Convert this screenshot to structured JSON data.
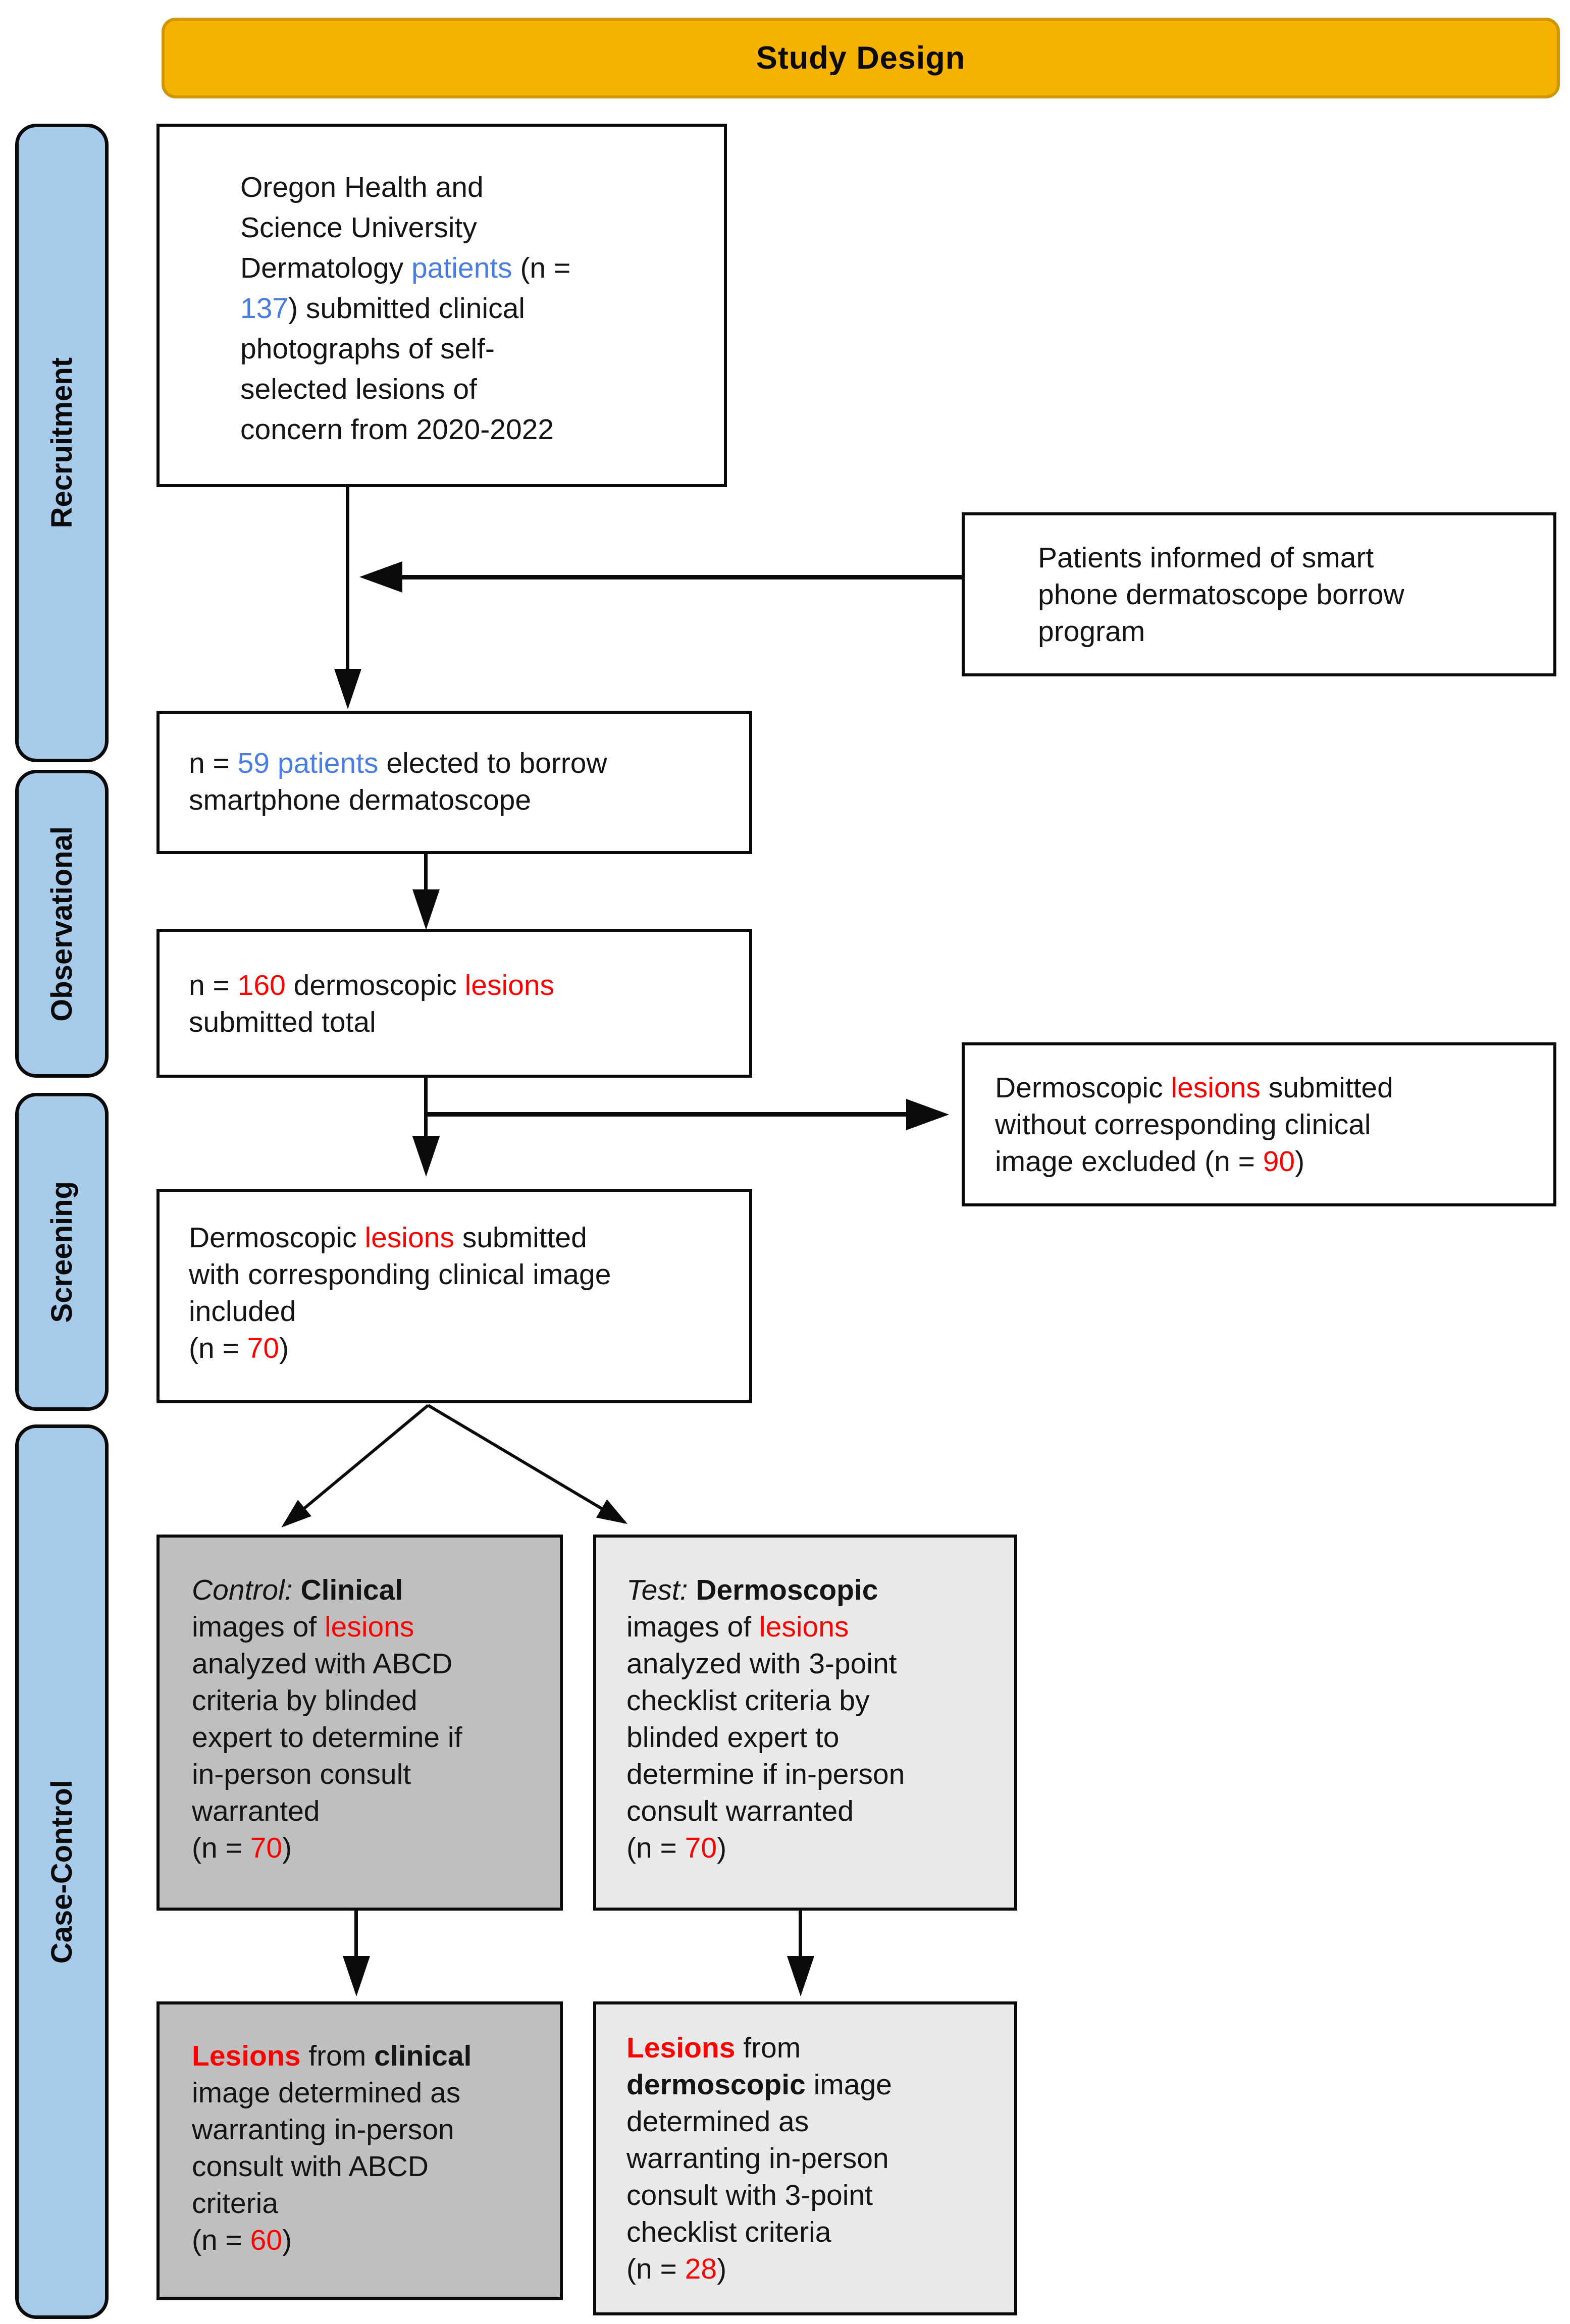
{
  "title": "Study Design",
  "colors": {
    "header_bg": "#F5B200",
    "header_border": "#CE9606",
    "sidebar_bg": "#A7C9EA",
    "control_box_bg": "#BFBFBF",
    "test_box_bg": "#E9E9E9",
    "accent_red": "#FF0000",
    "accent_blue": "#4A7DE2",
    "line_color": "#0a0a0a"
  },
  "sidebar": {
    "items": [
      {
        "label": "Recruitment"
      },
      {
        "label": "Observational"
      },
      {
        "label": "Screening"
      },
      {
        "label": "Case-Control"
      }
    ]
  },
  "boxes": {
    "recruitment": {
      "segments": [
        {
          "t": "Oregon Health and\nScience University\nDermatology ",
          "s": "n"
        },
        {
          "t": "patients",
          "s": "bl"
        },
        {
          "t": " (n =\n",
          "s": "n"
        },
        {
          "t": "137",
          "s": "bl"
        },
        {
          "t": ") submitted clinical\nphotographs of self-\nselected lesions of\nconcern from 2020-2022",
          "s": "n"
        }
      ]
    },
    "informed": {
      "segments": [
        {
          "t": "Patients informed of smart\nphone dermatoscope borrow\nprogram",
          "s": "n"
        }
      ]
    },
    "borrow": {
      "segments": [
        {
          "t": "n = ",
          "s": "n"
        },
        {
          "t": "59 patients",
          "s": "bl"
        },
        {
          "t": " elected to borrow\nsmartphone dermatoscope",
          "s": "n"
        }
      ]
    },
    "total": {
      "segments": [
        {
          "t": "n = ",
          "s": "n"
        },
        {
          "t": "160",
          "s": "r"
        },
        {
          "t": " dermoscopic ",
          "s": "n"
        },
        {
          "t": "lesions",
          "s": "r"
        },
        {
          "t": "\nsubmitted total",
          "s": "n"
        }
      ]
    },
    "excluded": {
      "segments": [
        {
          "t": "Dermoscopic ",
          "s": "n"
        },
        {
          "t": "lesions",
          "s": "r"
        },
        {
          "t": " submitted\nwithout corresponding clinical\nimage excluded (n = ",
          "s": "n"
        },
        {
          "t": "90",
          "s": "r"
        },
        {
          "t": ")",
          "s": "n"
        }
      ]
    },
    "included": {
      "segments": [
        {
          "t": "Dermoscopic ",
          "s": "n"
        },
        {
          "t": "lesions",
          "s": "r"
        },
        {
          "t": " submitted\nwith corresponding clinical image\nincluded\n(n = ",
          "s": "n"
        },
        {
          "t": "70",
          "s": "r"
        },
        {
          "t": ")",
          "s": "n"
        }
      ]
    },
    "control": {
      "segments": [
        {
          "t": "Control:",
          "s": "i"
        },
        {
          "t": " ",
          "s": "n"
        },
        {
          "t": "Clinical",
          "s": "b"
        },
        {
          "t": "\nimages of ",
          "s": "n"
        },
        {
          "t": "lesions",
          "s": "r"
        },
        {
          "t": "\nanalyzed with ABCD\ncriteria by blinded\nexpert to determine if\nin-person consult\nwarranted\n(n = ",
          "s": "n"
        },
        {
          "t": "70",
          "s": "r"
        },
        {
          "t": ")",
          "s": "n"
        }
      ]
    },
    "test": {
      "segments": [
        {
          "t": "Test:",
          "s": "i"
        },
        {
          "t": " ",
          "s": "n"
        },
        {
          "t": "Dermoscopic",
          "s": "b"
        },
        {
          "t": "\nimages of ",
          "s": "n"
        },
        {
          "t": "lesions",
          "s": "r"
        },
        {
          "t": "\nanalyzed with 3-point\nchecklist criteria by\nblinded expert to\ndetermine if in-person\nconsult warranted\n(n = ",
          "s": "n"
        },
        {
          "t": "70",
          "s": "r"
        },
        {
          "t": ")",
          "s": "n"
        }
      ]
    },
    "control_result": {
      "segments": [
        {
          "t": "Lesions",
          "s": "rb"
        },
        {
          "t": " from ",
          "s": "n"
        },
        {
          "t": "clinical",
          "s": "b"
        },
        {
          "t": "\nimage determined as\nwarranting in-person\nconsult with ABCD\ncriteria\n(n = ",
          "s": "n"
        },
        {
          "t": "60",
          "s": "r"
        },
        {
          "t": ")",
          "s": "n"
        }
      ]
    },
    "test_result": {
      "segments": [
        {
          "t": "Lesions",
          "s": "rb"
        },
        {
          "t": " from\n",
          "s": "n"
        },
        {
          "t": "dermoscopic",
          "s": "b"
        },
        {
          "t": " image\ndetermined as\nwarranting in-person\nconsult with 3-point\nchecklist criteria\n(n = ",
          "s": "n"
        },
        {
          "t": "28",
          "s": "r"
        },
        {
          "t": ")",
          "s": "n"
        }
      ]
    }
  }
}
